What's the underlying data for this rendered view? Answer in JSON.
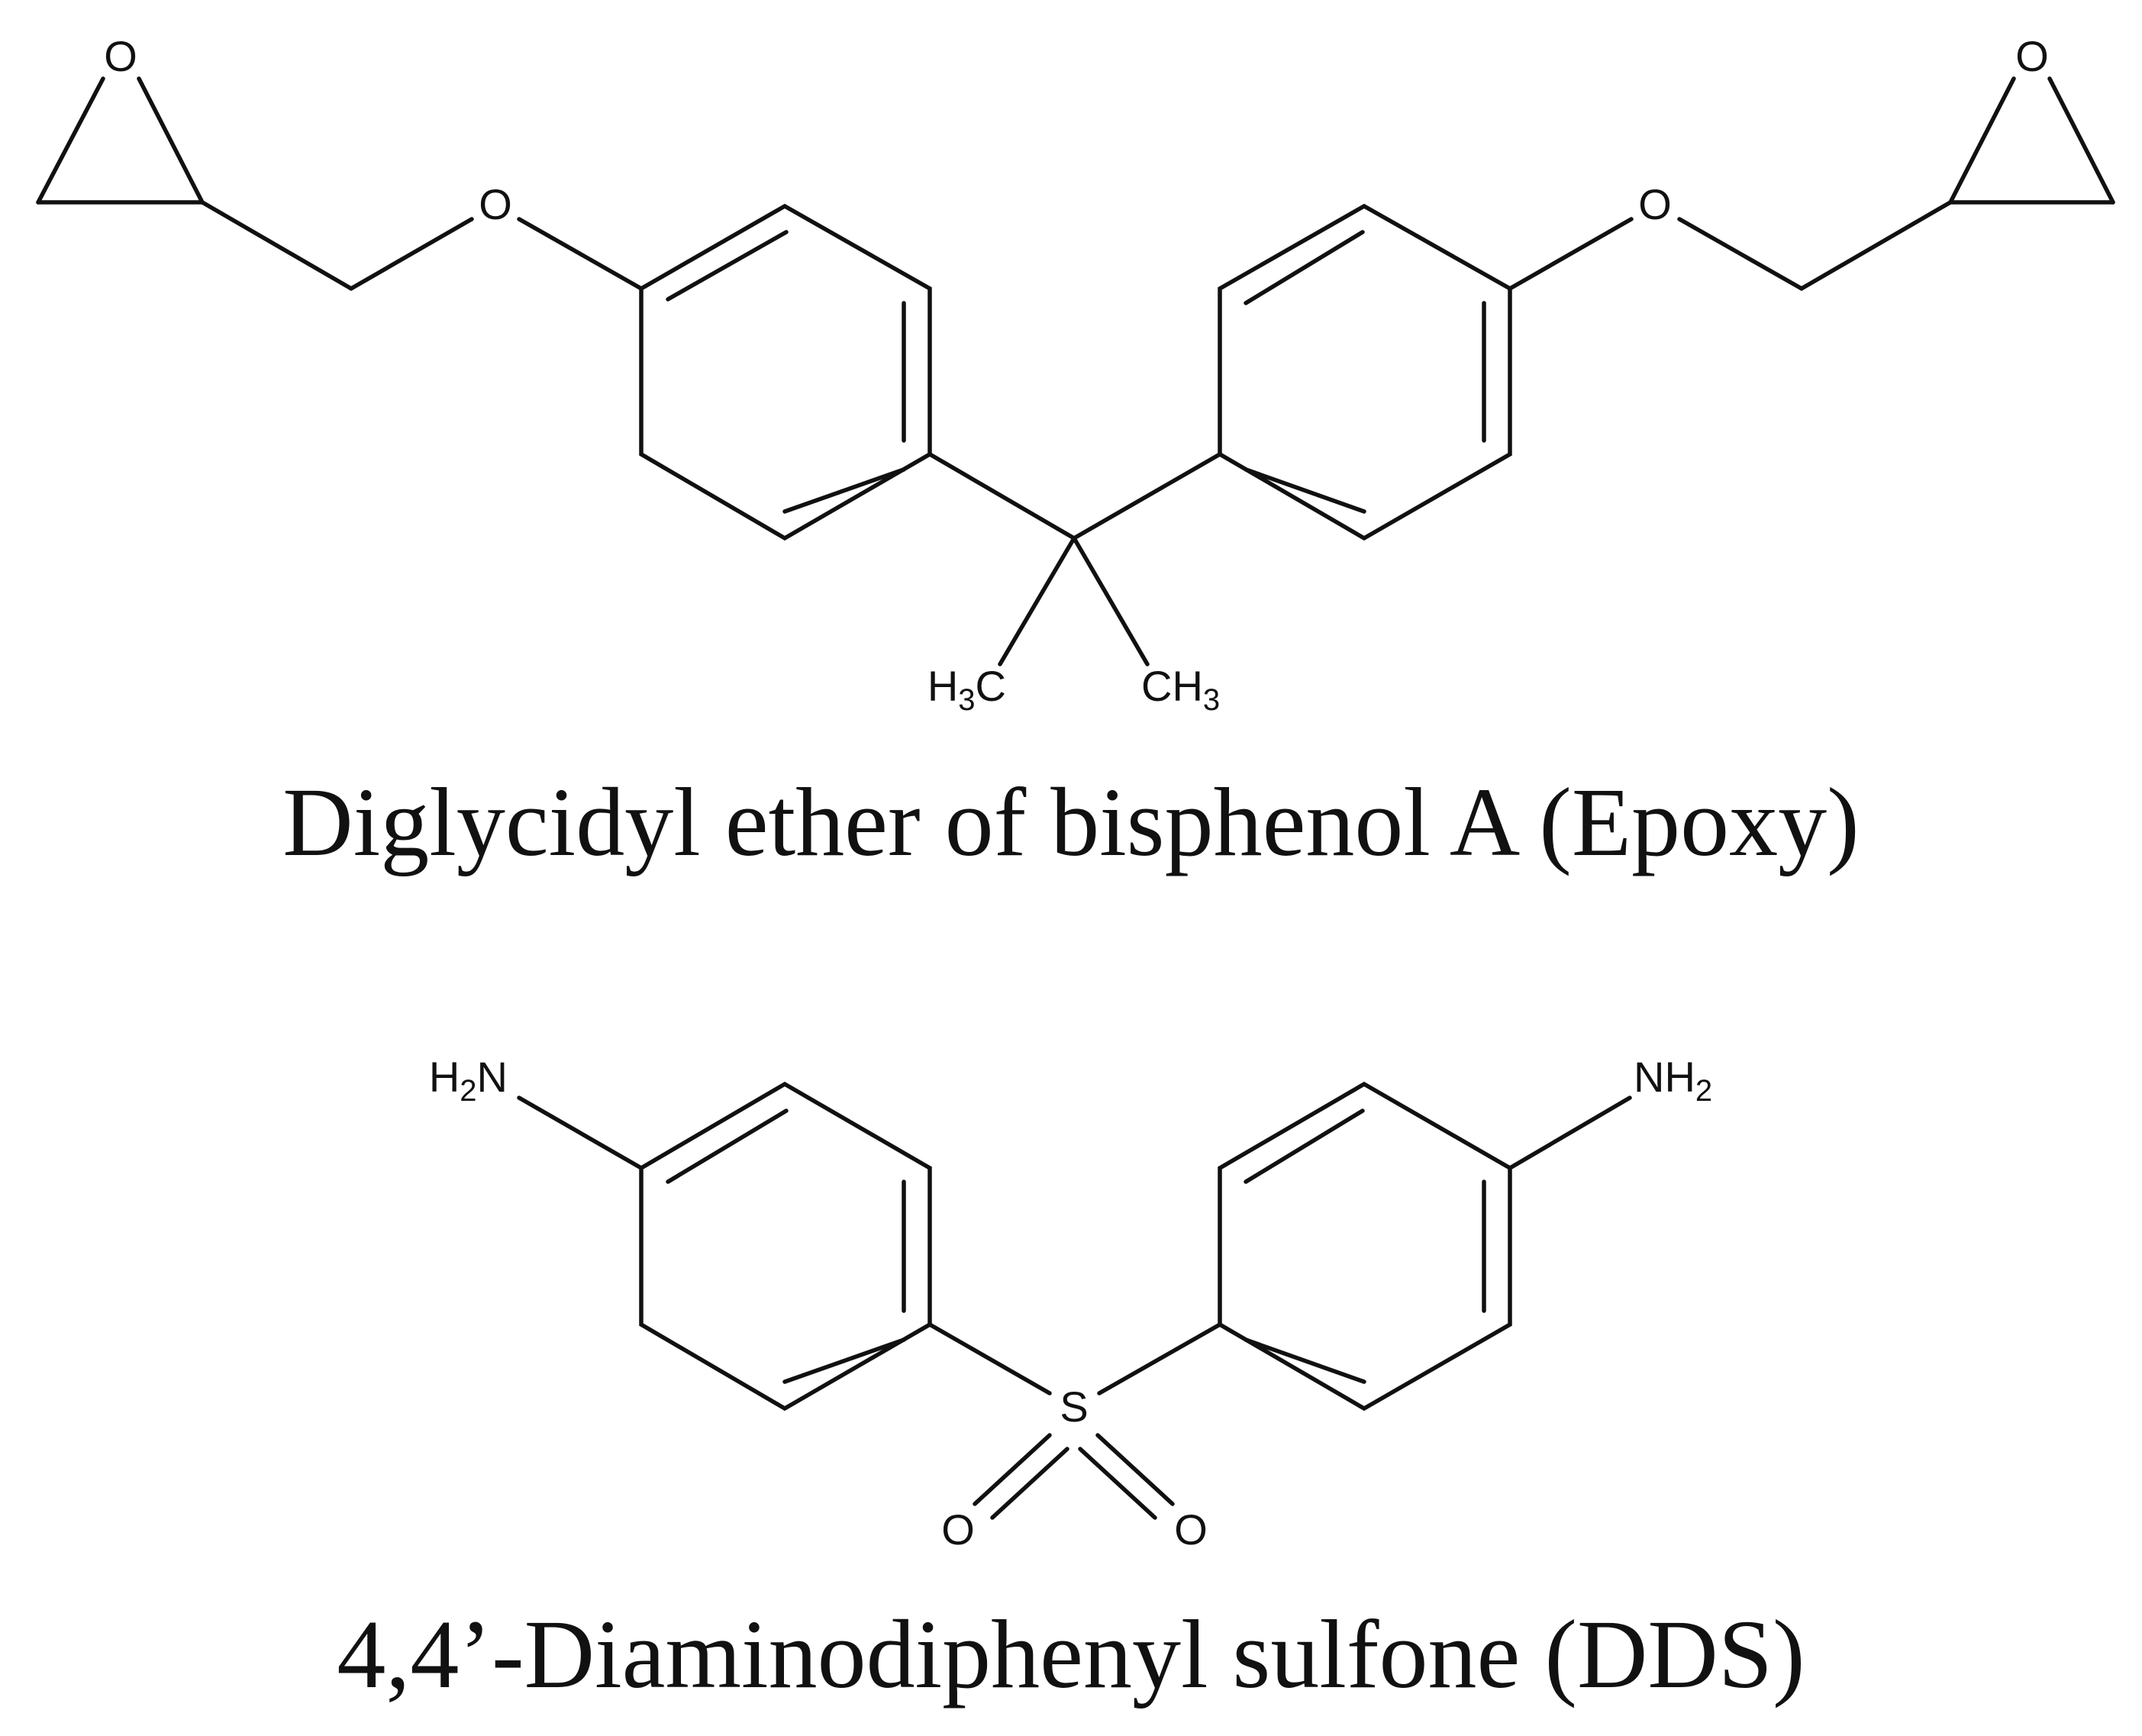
{
  "molecules": {
    "epoxy": {
      "caption": "Diglycidyl ether of bisphenol A (Epoxy)",
      "atoms": {
        "o_epoxide_left": "O",
        "o_ether_left": "O",
        "o_ether_right": "O",
        "o_epoxide_right": "O",
        "methyl_left": {
          "main": "H",
          "sub": "3",
          "tail": "C"
        },
        "methyl_right": {
          "main": "CH",
          "sub": "3"
        }
      }
    },
    "dds": {
      "caption": "4,4’-Diaminodiphenyl sulfone (DDS)",
      "atoms": {
        "amine_left": {
          "main": "H",
          "sub": "2",
          "tail": "N"
        },
        "amine_right": {
          "main": "NH",
          "sub": "2"
        },
        "sulfur": "S",
        "o_sulfonyl_left": "O",
        "o_sulfonyl_right": "O"
      }
    }
  }
}
